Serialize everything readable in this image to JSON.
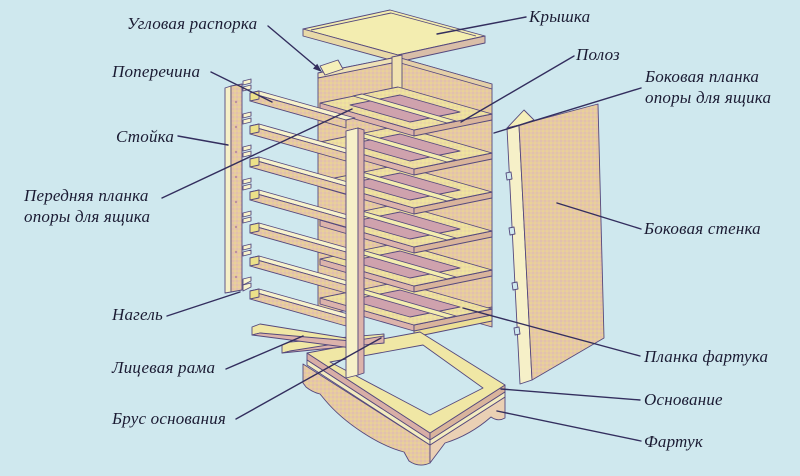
{
  "diagram": {
    "description": "Exploded-view construction diagram of a chest-of-drawers carcass with Russian part labels",
    "labels": {
      "uglovaya_rasporka": "Угловая распорка",
      "poperechina": "Поперечина",
      "stoyka": "Стойка",
      "perednyaya_planka": {
        "line1": "Передняя планка",
        "line2": "опоры для ящика"
      },
      "nagel": "Нагель",
      "litsevaya_rama": "Лицевая рама",
      "brus_osnovaniya": "Брус основания",
      "kryshka": "Крышка",
      "poloz": "Полоз",
      "bokovaya_planka": {
        "line1": "Боковая планка",
        "line2": "опоры для ящика"
      },
      "bokovaya_stenka": "Боковая стенка",
      "planka_fartuka": "Планка фартука",
      "osnovanie": "Основание",
      "fartuk": "Фартук"
    },
    "colors": {
      "background": "#cfe8ee",
      "wood_light": "#f3edb0",
      "wood": "#ece189",
      "wood_cream": "#f7f2cc",
      "shade_tan": "#e6c9a4",
      "shade_pink": "#dcb3ab",
      "shade_dark": "#cfa2ad",
      "outline": "#55497d",
      "leader_line": "#332e5e",
      "text": "#1b1b33"
    }
  }
}
